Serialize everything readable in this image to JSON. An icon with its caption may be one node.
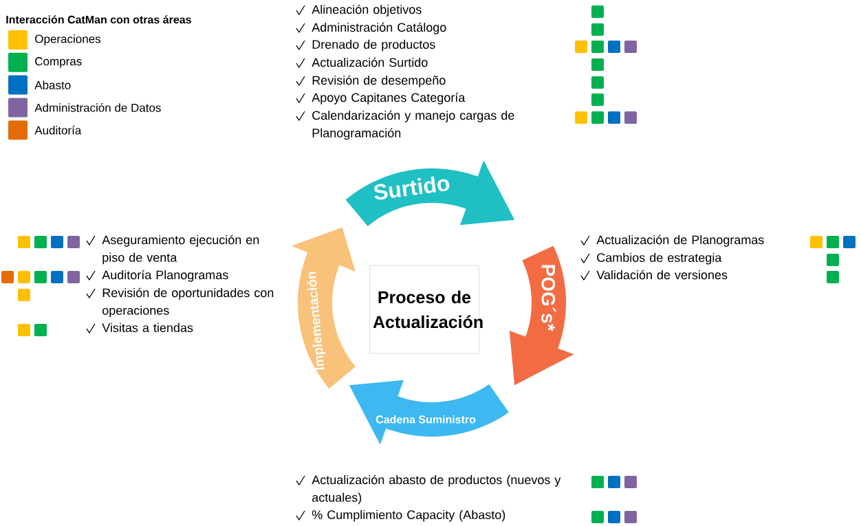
{
  "diagram": {
    "nodes": [
      {
        "text": [
          "Proceso de Actualización"
        ]
      },
      {
        "text": [
          "Surtido"
        ]
      },
      {
        "text": [
          "POG´s*"
        ]
      },
      {
        "text": [
          "Cadena Suministro"
        ]
      },
      {
        "text": [
          "Implementación"
        ]
      }
    ],
    "labels": [
      "Interacción CatMan con otras áreas",
      "Alineación objetivos",
      "Administración Catálogo",
      "Drenado de productos",
      "Actualización Surtido",
      "Revisión de desempeño",
      "Apoyo Capitanes Categoría",
      "Calendarización y manejo cargas de Planogramación",
      "Aseguramiento ejecución en piso de venta",
      "Auditoría Planogramas",
      "Revisión de oportunidades con operaciones",
      "Visitas a tiendas",
      "Actualización de Planogramas",
      "Cambios de estrategia",
      "Validación de versiones",
      "Actualización abasto de productos (nuevos y actuales)",
      "% Cumplimiento Capacity (Abasto)"
    ],
    "legend": [
      {
        "text": "Operaciones",
        "color": "#ffc000"
      },
      {
        "text": "Compras",
        "color": "#00b050"
      },
      {
        "text": "Abasto",
        "color": "#0070c0"
      },
      {
        "text": "Administración de Datos",
        "color": "#8064a2"
      },
      {
        "text": "Auditoría",
        "color": "#e36c09"
      }
    ]
  }
}
